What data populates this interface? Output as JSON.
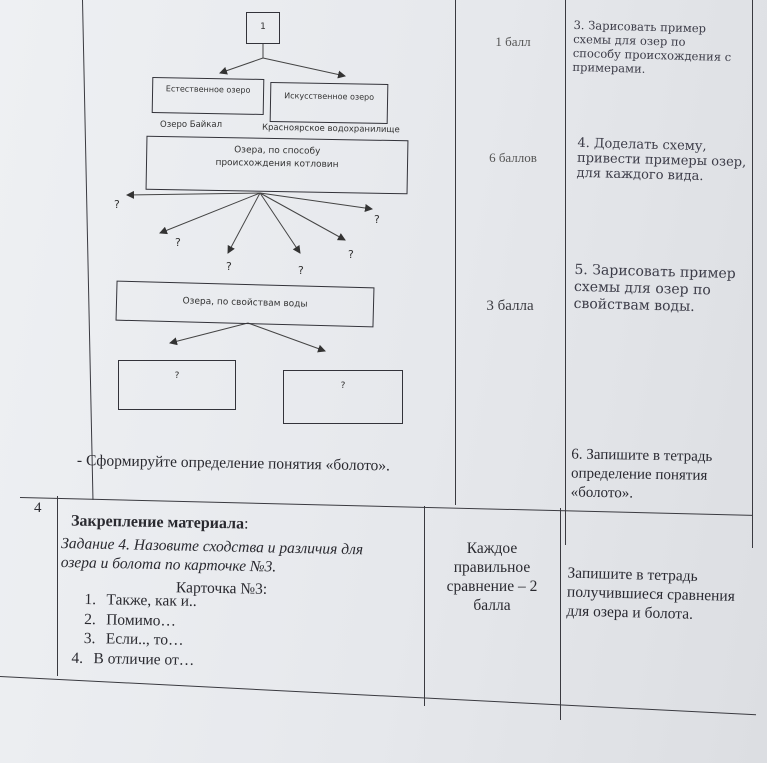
{
  "diagram": {
    "top_box": "1",
    "natural_lake": "Естественное озеро",
    "artificial_lake": "Искусственное озеро",
    "example_natural": "Озеро Байкал",
    "example_artificial": "Красноярское водохранилище",
    "origin_box": "Озера, по способу происхождения котловин",
    "water_box": "Озера, по свойствам воды",
    "question_mark": "?"
  },
  "define_prompt": "- Сформируйте определение понятия «болото».",
  "points": {
    "p1": "1 балл",
    "p2": "6 баллов",
    "p3": "3 балла",
    "p4": "Каждое правильное сравнение – 2 балла"
  },
  "tasks": {
    "t3": "3. Зарисовать пример схемы для озер по способу происхождения с примерами.",
    "t4": "4. Доделать схему, привести примеры озер, для каждого вида.",
    "t5": "5. Зарисовать пример схемы для озер по свойствам воды.",
    "t6": "6. Запишите в тетрадь определение понятия «болото».",
    "t7": "Запишите в тетрадь получившиеся сравнения для озера и болота."
  },
  "row4": {
    "number": "4",
    "title": "Закрепление материала",
    "title_suffix": ":",
    "assignment": "Задание 4. Назовите сходства и различия для озера и болота по карточке №3.",
    "card": "Карточка №3:",
    "items": [
      {
        "n": "1.",
        "text": "Также, как и.."
      },
      {
        "n": "2.",
        "text": "Помимо…"
      },
      {
        "n": "3.",
        "text": "Если.., то…"
      },
      {
        "n": "4.",
        "text": "В отличие от…"
      }
    ]
  }
}
